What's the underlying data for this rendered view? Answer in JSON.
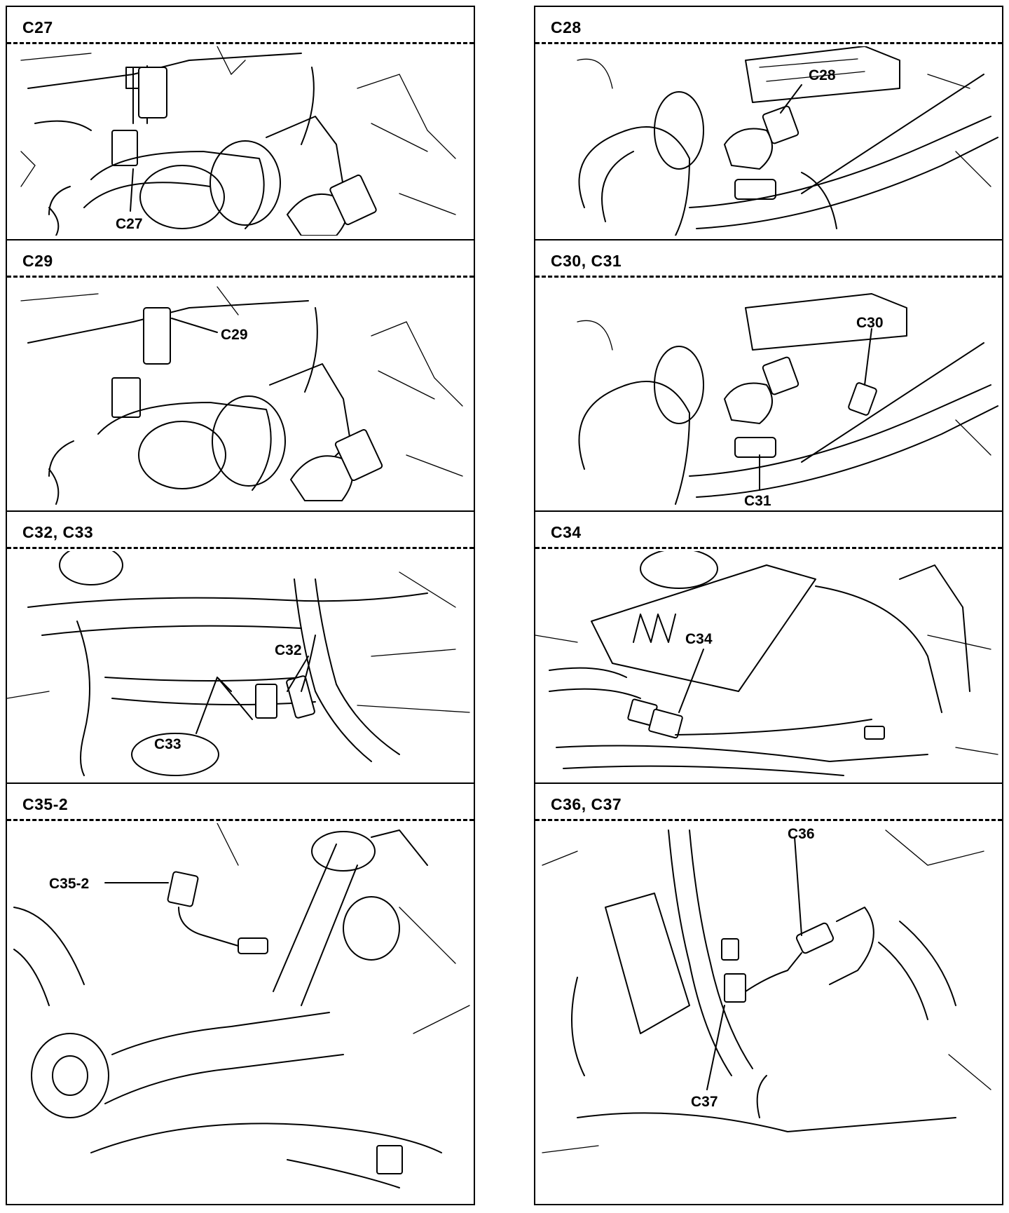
{
  "panels": [
    {
      "title": "C27",
      "callouts": [
        "C27"
      ]
    },
    {
      "title": "C28",
      "callouts": [
        "C28"
      ]
    },
    {
      "title": "C29",
      "callouts": [
        "C29"
      ]
    },
    {
      "title": "C30, C31",
      "callouts": [
        "C30",
        "C31"
      ]
    },
    {
      "title": "C32, C33",
      "callouts": [
        "C32",
        "C33"
      ]
    },
    {
      "title": "C34",
      "callouts": [
        "C34"
      ]
    },
    {
      "title": "C35-2",
      "callouts": [
        "C35-2"
      ]
    },
    {
      "title": "C36, C37",
      "callouts": [
        "C36",
        "C37"
      ]
    }
  ]
}
